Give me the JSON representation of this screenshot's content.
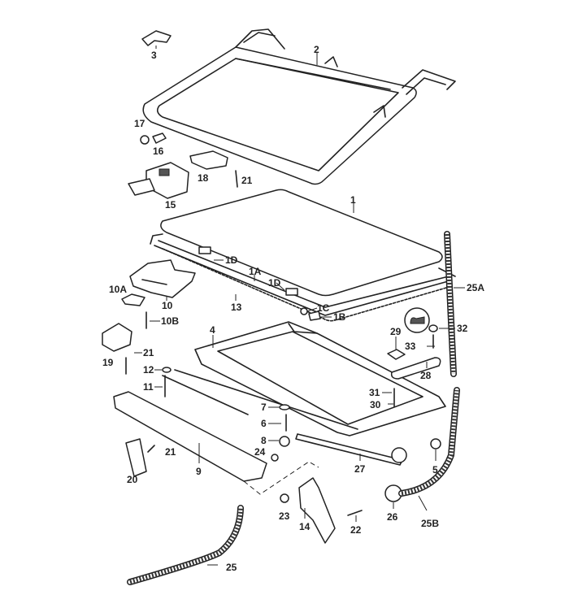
{
  "diagram": {
    "title": "Sliding sunroof assembly exploded view",
    "labels": [
      "3",
      "2",
      "17",
      "16",
      "18",
      "21",
      "15",
      "1",
      "1D",
      "1A",
      "1D",
      "10A",
      "10",
      "13",
      "1C",
      "1B",
      "10B",
      "25A",
      "4",
      "29",
      "32",
      "33",
      "19",
      "21",
      "12",
      "11",
      "28",
      "31",
      "30",
      "7",
      "6",
      "8",
      "21",
      "24",
      "9",
      "20",
      "27",
      "5",
      "23",
      "14",
      "22",
      "26",
      "25B",
      "25"
    ]
  }
}
